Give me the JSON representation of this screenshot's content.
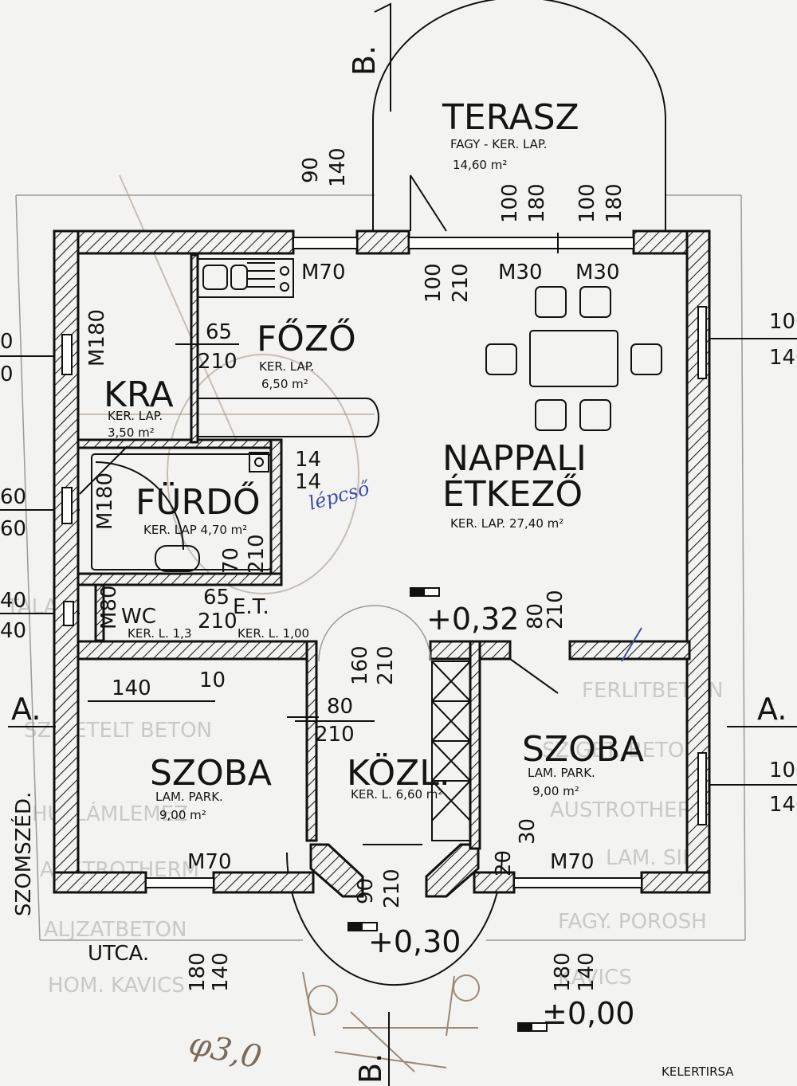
{
  "section_markers": {
    "b_top": "B.",
    "b_bottom": "B.",
    "a_left": "A.",
    "a_right": "A."
  },
  "rooms": {
    "terasz": {
      "name": "TERASZ",
      "finish": "FAGY - KER. LAP.",
      "area": "14,60 m²"
    },
    "fozo": {
      "name": "FŐZŐ",
      "finish": "KER. LAP.",
      "area": "6,50 m²"
    },
    "kra": {
      "name": "KRA",
      "finish": "KER. LAP.",
      "area": "3,50 m²"
    },
    "furdo": {
      "name": "FÜRDŐ",
      "finish": "KER. LAP 4,70 m²"
    },
    "nappali": {
      "name1": "NAPPALI",
      "name2": "ÉTKEZŐ",
      "finish": "KER. LAP. 27,40 m²"
    },
    "wc": {
      "name": "WC",
      "finish": "KER. L. 1,3"
    },
    "et": {
      "name": "E.T.",
      "finish": "KER. L. 1,00"
    },
    "szoba_left": {
      "name": "SZOBA",
      "finish": "LAM. PARK.",
      "area": "9,00 m²"
    },
    "kozl": {
      "name": "KÖZL.",
      "finish": "KER. L. 6,60 m²"
    },
    "szoba_right": {
      "name": "SZOBA",
      "finish": "LAM. PARK.",
      "area": "9,00 m²"
    }
  },
  "dimensions": {
    "d90": "90",
    "d140": "140",
    "d100": "100",
    "d180": "180",
    "d210": "210",
    "d65": "65",
    "d60": "60",
    "d40": "40",
    "d14": "14",
    "d70": "70",
    "d80": "80",
    "d160": "160",
    "d10": "10",
    "d20": "20",
    "d30": "30",
    "m70": "M70",
    "m30": "M30",
    "m180": "M180",
    "m80": "M80",
    "edge_left_top1": "0",
    "edge_left_top2": "0"
  },
  "levels": {
    "l032": "+0,32",
    "l030": "+0,30",
    "l000": "±0,00"
  },
  "outside": {
    "szomszed": "SZOMSZÉD.",
    "utca": "UTCA.",
    "bottom_right": "KELERTIRSA"
  },
  "handwriting": {
    "blue": "lépcső",
    "pencil": "φ3,0"
  },
  "ghost_text": {
    "g1": "FERLITBETON",
    "g2": "SZIGETELT BETON",
    "g3": "HULLÁMLEMEZ",
    "g4": "AUSTROTHERM",
    "g5": "ALJZATBETON",
    "g6": "HOM. KAVICS",
    "g7": "AUSTROTHERM",
    "g8": "FAGY. POROSH",
    "g9": "KAVICS",
    "g10": "LAM. SIN",
    "g11": "SZIGET. BETON",
    "g12": "TALAJ"
  }
}
